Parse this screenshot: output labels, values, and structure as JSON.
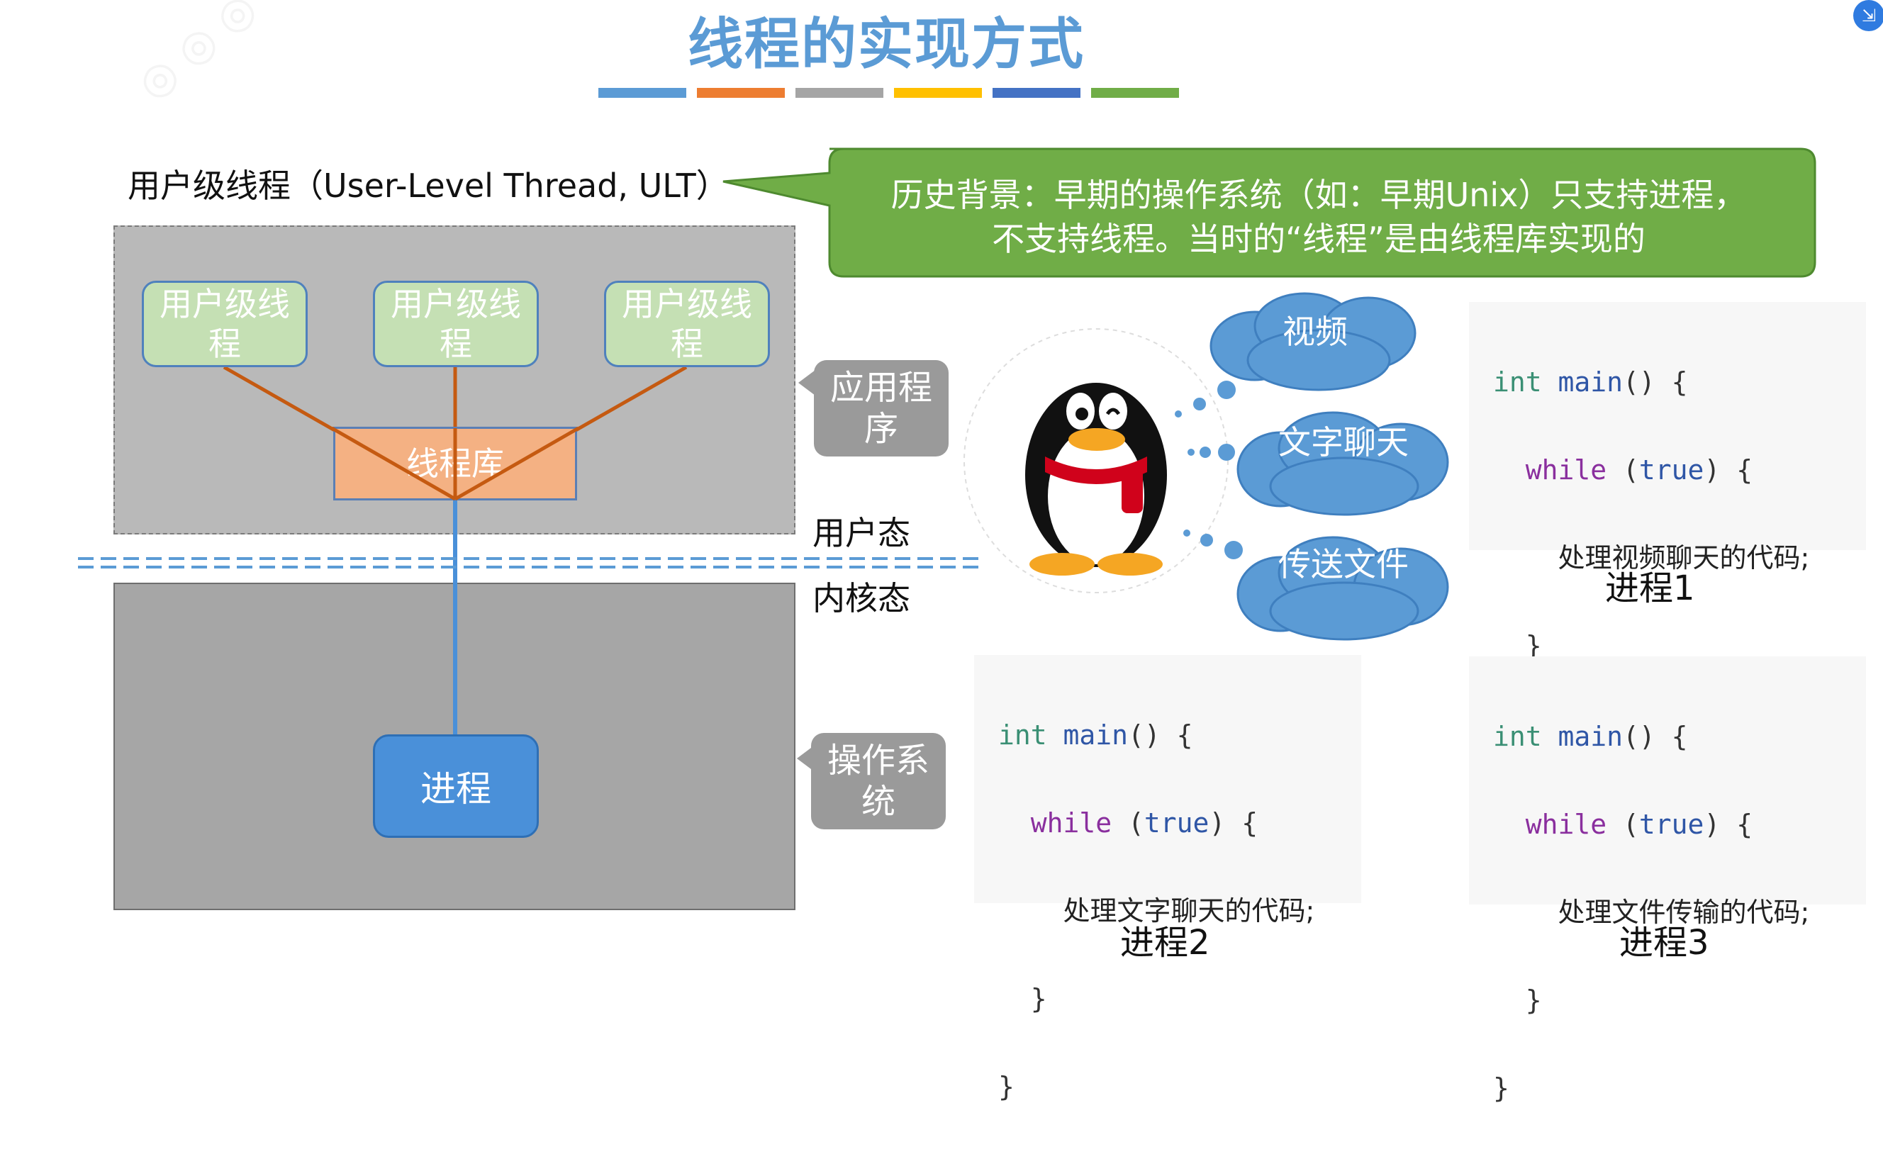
{
  "title": "线程的实现方式",
  "heading_ult": "用户级线程（User-Level Thread, ULT）",
  "callout": {
    "line1": "历史背景：早期的操作系统（如：早期Unix）只支持进程，",
    "line2": "不支持线程。当时的“线程”是由线程库实现的"
  },
  "ult_threads": [
    {
      "label": "用户级线程"
    },
    {
      "label": "用户级线程"
    },
    {
      "label": "用户级线程"
    }
  ],
  "thread_library": "线程库",
  "process_box": "进程",
  "side_labels": {
    "app": "应用程序",
    "os": "操作系统"
  },
  "modes": {
    "user": "用户态",
    "kernel": "内核态"
  },
  "clouds": [
    {
      "label": "视频"
    },
    {
      "label": "文字聊天"
    },
    {
      "label": "传送文件"
    }
  ],
  "code_blocks": [
    {
      "caption": "进程1",
      "kw_int": "int",
      "fn": "main",
      "open": "() {",
      "kw_while": "while",
      "kw_true": "true",
      "while_rest": ") {",
      "body": "处理视频聊天的代码;",
      "close_inner": "}",
      "close_outer": "}"
    },
    {
      "caption": "进程2",
      "kw_int": "int",
      "fn": "main",
      "open": "() {",
      "kw_while": "while",
      "kw_true": "true",
      "while_rest": ") {",
      "body": "处理文字聊天的代码;",
      "close_inner": "}",
      "close_outer": "}"
    },
    {
      "caption": "进程3",
      "kw_int": "int",
      "fn": "main",
      "open": "() {",
      "kw_while": "while",
      "kw_true": "true",
      "while_rest": ") {",
      "body": "处理文件传输的代码;",
      "close_inner": "}",
      "close_outer": "}"
    }
  ],
  "color_bars": [
    "#5b9bd5",
    "#ed7d31",
    "#a5a5a5",
    "#ffc000",
    "#4472c4",
    "#70ad47"
  ],
  "colors": {
    "accent_title": "#5b9bd5",
    "callout_green": "#70ad47",
    "cloud_blue": "#5b9bd5",
    "thread_green": "#c5e0b4",
    "library_orange": "#f4b183",
    "link_orange": "#c55a11"
  },
  "icons": {
    "mascot": "penguin-mascot-icon",
    "corner": "presentation-control-icon"
  }
}
